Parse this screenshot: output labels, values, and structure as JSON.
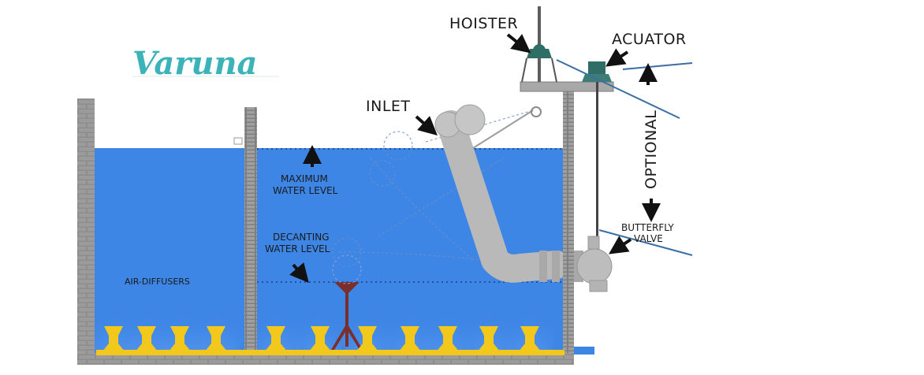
{
  "logo": {
    "text": "Varuna"
  },
  "labels": {
    "hoister": "HOISTER",
    "actuator": "ACUATOR",
    "inlet": "INLET",
    "optional": "OPTIONAL",
    "butterfly_1": "BUTTERFLY",
    "butterfly_2": "VALVE",
    "max_level_1": "MAXIMUM",
    "max_level_2": "WATER LEVEL",
    "decant_level_1": "DECANTING",
    "decant_level_2": "WATER LEVEL",
    "air_diffusers": "AIR-DIFFUSERS"
  },
  "colors": {
    "water": "#3e86e6",
    "water_dark": "#2f6fd0",
    "wall": "#8a8a8a",
    "pipe": "#b9b9b9",
    "diffuser": "#f2c81c",
    "decanter_stand": "#7b2f2b",
    "hoister": "#2f6e66",
    "optional_line": "#3a6ea5",
    "logo": "#3bb3b8"
  },
  "diffuser_count": 11
}
